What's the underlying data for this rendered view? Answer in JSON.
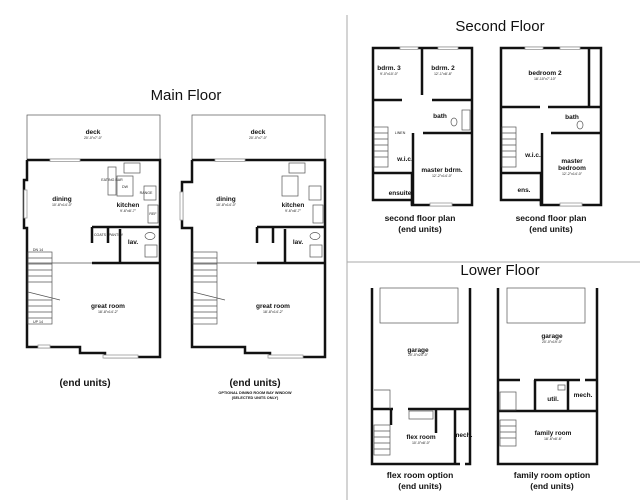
{
  "sections": {
    "main_floor": "Main Floor",
    "second_floor": "Second Floor",
    "lower_floor": "Lower Floor"
  },
  "main_floor": {
    "plan_a": {
      "rooms": {
        "deck": "deck",
        "deck_dim": "20'-0\"x7'-0\"",
        "dining": "dining",
        "dining_dim": "10'-8\"x14'-0\"",
        "kitchen": "kitchen",
        "kitchen_dim": "9'-6\"x8'-7\"",
        "lav": "lav.",
        "great_room": "great room",
        "great_room_dim": "18'-8\"x14'-2\"",
        "pantry": "PANTRY",
        "coats": "COATS",
        "eating_bar": "EATING BAR",
        "dw": "DW",
        "range": "RANGE",
        "ref": "REF",
        "dn": "DN 14",
        "up": "UP 14"
      },
      "caption": "(end units)"
    },
    "plan_b": {
      "caption": "(end units)",
      "note_line1": "OPTIONAL DINING ROOM BAY WINDOW",
      "note_line2": "(SELECTED UNITS ONLY)"
    }
  },
  "second_floor": {
    "plan_a": {
      "bdrm3": "bdrm. 3",
      "bdrm3_dim": "9'-0\"x10'-0\"",
      "bdrm2": "bdrm. 2",
      "bdrm2_dim": "12'-1\"x8'-8\"",
      "bath": "bath",
      "wic": "w.i.c.",
      "master": "master bdrm.",
      "master_dim": "12'-2\"x14'-0\"",
      "ensuite": "ensuite",
      "linen": "LINEN",
      "caption1": "second floor plan",
      "caption2": "(end units)"
    },
    "plan_b": {
      "bedroom2": "bedroom 2",
      "bedroom2_dim": "18'-10\"x7'-10\"",
      "bath": "bath",
      "wic": "w.i.c.",
      "master1": "master",
      "master2": "bedroom",
      "master_dim": "12'-2\"x14'-0\"",
      "ens": "ens.",
      "caption1": "second floor plan",
      "caption2": "(end units)"
    }
  },
  "lower_floor": {
    "plan_a": {
      "garage": "garage",
      "garage_dim": "20'-0\"x20'-0\"",
      "flex": "flex room",
      "flex_dim": "10'-0\"x8'-0\"",
      "mech": "mech.",
      "caption1": "flex room option",
      "caption2": "(end units)"
    },
    "plan_b": {
      "garage": "garage",
      "garage_dim": "20'-0\"x19'-0\"",
      "util": "util.",
      "mech": "mech.",
      "family": "family room",
      "family_dim": "18'-6\"x8'-6\"",
      "caption1": "family room option",
      "caption2": "(end units)"
    }
  }
}
